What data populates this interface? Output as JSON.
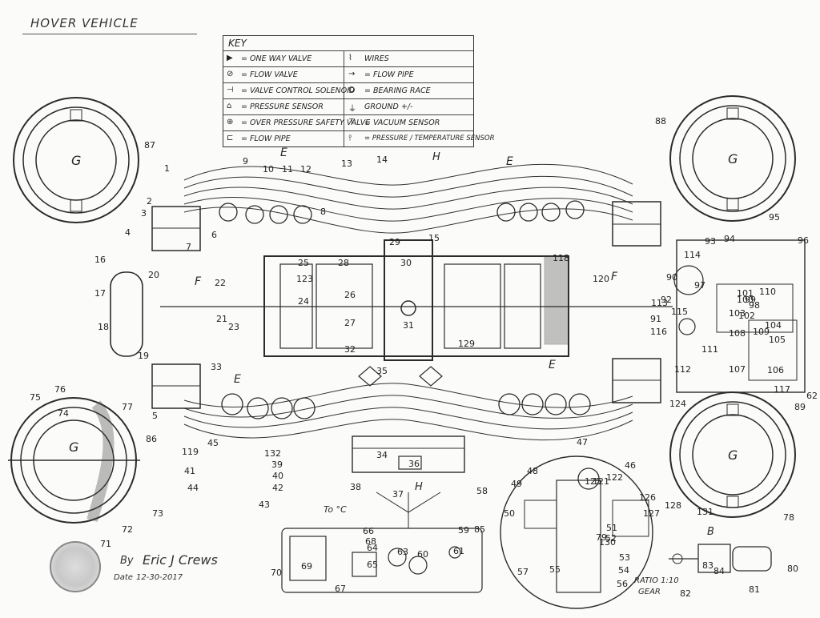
{
  "title": "HOVER VEHICLE",
  "key": {
    "heading": "KEY",
    "rows": [
      {
        "left_symbol": "▶",
        "left_label": "= ONE WAY VALVE",
        "right_symbol": "⌇",
        "right_label": "WIRES"
      },
      {
        "left_symbol": "⊘",
        "left_label": "= FLOW VALVE",
        "right_symbol": "→",
        "right_label": "= FLOW PIPE"
      },
      {
        "left_symbol": "⊣",
        "left_label": "= VALVE CONTROL SOLENOID",
        "right_symbol": "O",
        "right_label": "= BEARING RACE"
      },
      {
        "left_symbol": "⌂",
        "left_label": "= PRESSURE SENSOR",
        "right_symbol": "⏚",
        "right_label": "GROUND +/-"
      },
      {
        "left_symbol": "⊕",
        "left_label": "= OVER PRESSURE SAFETY VALVE",
        "right_symbol": "⊤",
        "right_label": "= VACUUM SENSOR"
      },
      {
        "left_symbol": "⊏",
        "left_label": "= FLOW PIPE",
        "right_symbol": "⫯",
        "right_label": "= PRESSURE / TEMPERATURE SENSOR"
      }
    ]
  },
  "generators": {
    "letter": "G"
  },
  "labels": {
    "e": "E",
    "f": "F",
    "h": "H",
    "b": "B",
    "to_c": "To °C",
    "ratio": "RATIO 1:10",
    "gear": "GEAR"
  },
  "numbers": [
    "1",
    "2",
    "3",
    "4",
    "5",
    "6",
    "7",
    "8",
    "9",
    "10",
    "11",
    "12",
    "13",
    "14",
    "15",
    "16",
    "17",
    "18",
    "19",
    "20",
    "21",
    "22",
    "23",
    "24",
    "25",
    "26",
    "27",
    "28",
    "29",
    "30",
    "31",
    "32",
    "33",
    "34",
    "35",
    "36",
    "37",
    "38",
    "39",
    "40",
    "41",
    "42",
    "43",
    "44",
    "45",
    "46",
    "47",
    "48",
    "49",
    "50",
    "51",
    "52",
    "53",
    "54",
    "55",
    "56",
    "57",
    "58",
    "59",
    "60",
    "61",
    "62",
    "63",
    "64",
    "65",
    "66",
    "67",
    "68",
    "69",
    "70",
    "71",
    "72",
    "73",
    "74",
    "75",
    "76",
    "77",
    "78",
    "79",
    "80",
    "81",
    "82",
    "83",
    "84",
    "85",
    "86",
    "87",
    "88",
    "89",
    "90",
    "91",
    "92",
    "93",
    "94",
    "95",
    "96",
    "97",
    "98",
    "99",
    "100",
    "101",
    "102",
    "103",
    "104",
    "105",
    "106",
    "107",
    "108",
    "109",
    "110",
    "111",
    "112",
    "113",
    "114",
    "115",
    "116",
    "117",
    "118",
    "119",
    "120",
    "121",
    "122",
    "123",
    "124",
    "125",
    "126",
    "127",
    "128",
    "129",
    "130",
    "131",
    "132"
  ],
  "signature": {
    "by": "By",
    "name": "Eric J Crews",
    "date_label": "Date",
    "date": "12-30-2017"
  }
}
